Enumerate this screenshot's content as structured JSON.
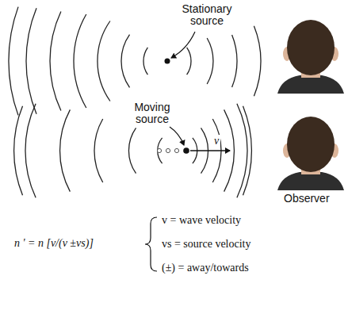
{
  "diagram": {
    "labels": [
      "Stationary source",
      "Moving source",
      "v",
      "Observer",
      "n ' = n [v/(v ±vs)]",
      "v = wave velocity",
      "vs = source velocity",
      "(±) = away/towards"
    ]
  }
}
